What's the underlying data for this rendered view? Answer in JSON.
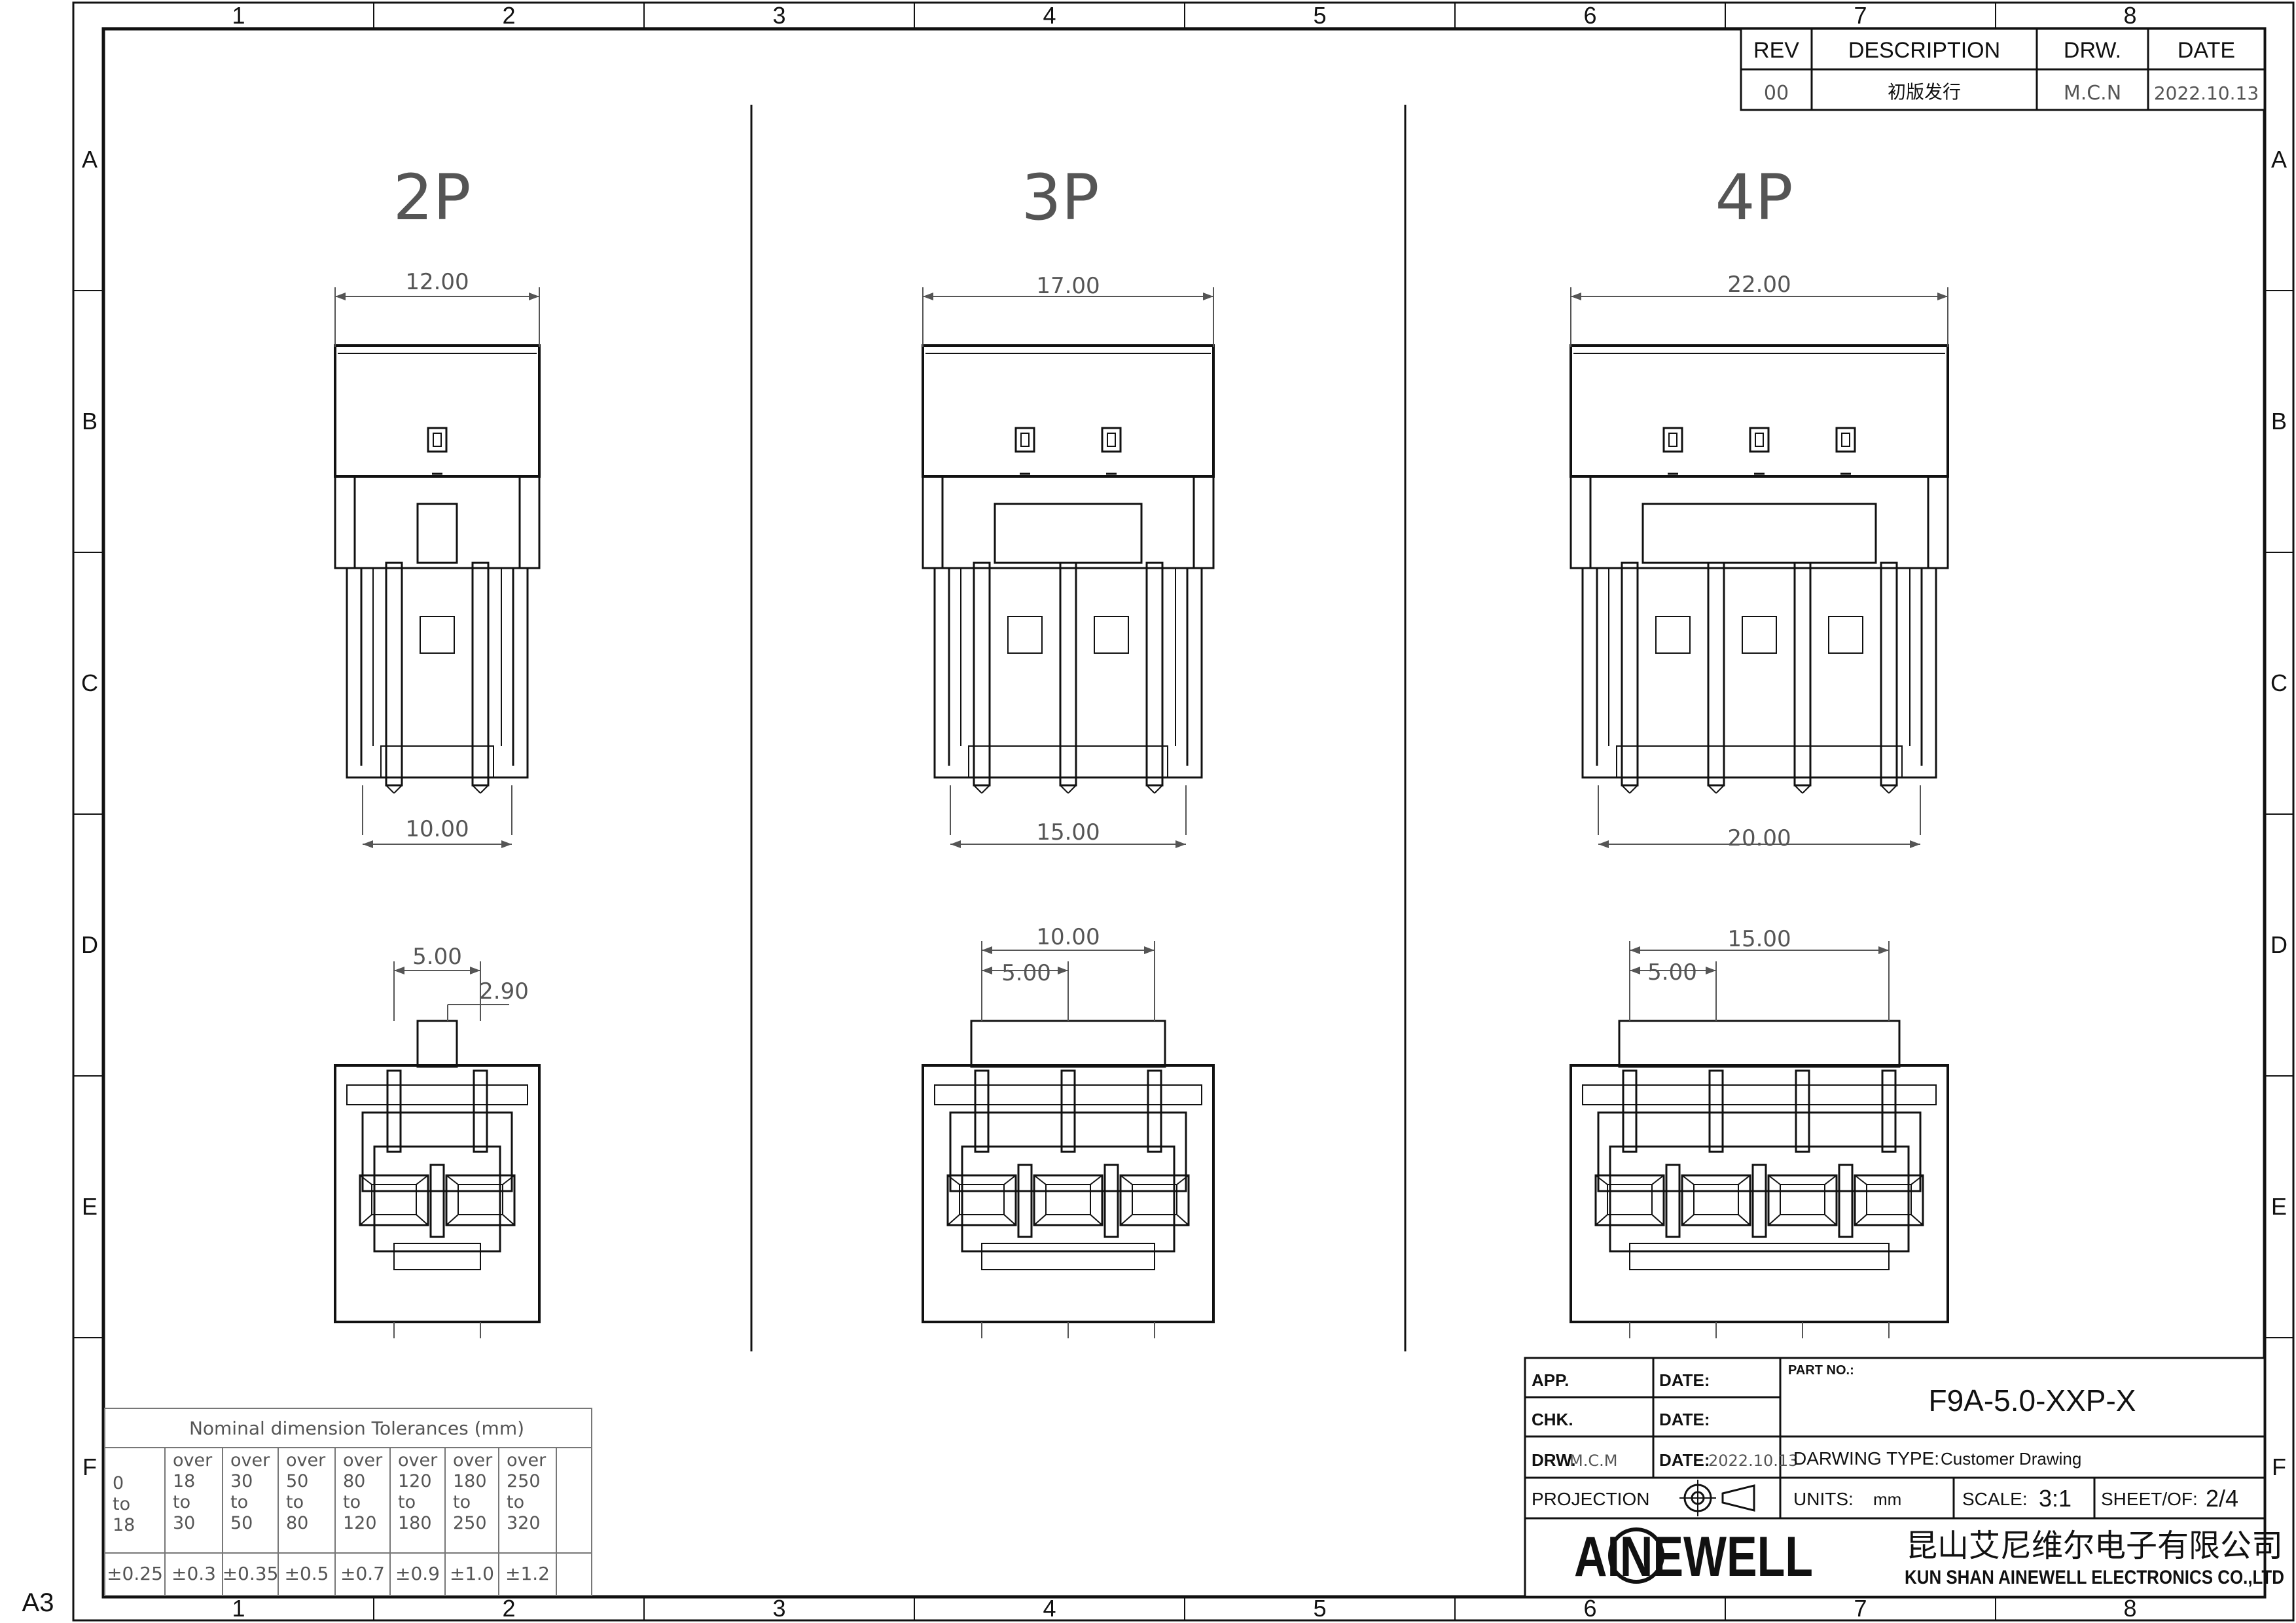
{
  "sheet": {
    "size": "A3"
  },
  "grid": {
    "columns": [
      "1",
      "2",
      "3",
      "4",
      "5",
      "6",
      "7",
      "8"
    ],
    "rows": [
      "A",
      "B",
      "C",
      "D",
      "E",
      "F"
    ]
  },
  "revision_table": {
    "headers": [
      "REV",
      "DESCRIPTION",
      "DRW.",
      "DATE"
    ],
    "rows": [
      [
        "00",
        "初版发行",
        "M.C.N",
        "2022.10.13"
      ]
    ]
  },
  "views": [
    {
      "label": "2P",
      "top_width": "12.00",
      "pin_span": "10.00",
      "pitch": "5.00",
      "extra_dim": "2.90"
    },
    {
      "label": "3P",
      "top_width": "17.00",
      "pin_span": "15.00",
      "pitch": "5.00",
      "extra_dim": "10.00"
    },
    {
      "label": "4P",
      "top_width": "22.00",
      "pin_span": "20.00",
      "pitch": "5.00",
      "extra_dim": "15.00"
    }
  ],
  "tolerances": {
    "title": "Nominal dimension Tolerances (mm)",
    "ranges": [
      [
        "0",
        "to",
        "18"
      ],
      [
        "over",
        "18",
        "to",
        "30"
      ],
      [
        "over",
        "30",
        "to",
        "50"
      ],
      [
        "over",
        "50",
        "to",
        "80"
      ],
      [
        "over",
        "80",
        "to",
        "120"
      ],
      [
        "over",
        "120",
        "to",
        "180"
      ],
      [
        "over",
        "180",
        "to",
        "250"
      ],
      [
        "over",
        "250",
        "to",
        "320"
      ]
    ],
    "values": [
      "±0.25",
      "±0.3",
      "±0.35",
      "±0.5",
      "±0.7",
      "±0.9",
      "±1.0",
      "±1.2"
    ]
  },
  "title_block": {
    "app_label": "APP.",
    "chk_label": "CHK.",
    "drw_label": "DRW.",
    "drw_value": "M.C.M",
    "date_label": "DATE:",
    "date_value": "2022.10.13",
    "part_no_label": "PART NO.:",
    "part_no": "F9A-5.0-XXP-X",
    "drawing_type_label": "DARWING TYPE:",
    "drawing_type": "Customer Drawing",
    "projection_label": "PROJECTION",
    "units_label": "UNITS:",
    "units": "mm",
    "scale_label": "SCALE:",
    "scale": "3:1",
    "sheet_label": "SHEET/OF:",
    "sheet": "2/4",
    "logo": "AINEWELL",
    "company_cn": "昆山艾尼维尔电子有限公司",
    "company_en": "KUN SHAN AINEWELL ELECTRONICS CO.,LTD"
  },
  "colors": {
    "line": "#111111",
    "dim": "#555555",
    "paper": "#ffffff"
  }
}
